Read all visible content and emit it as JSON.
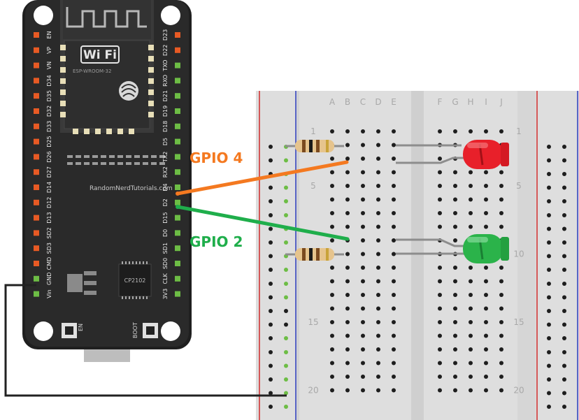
{
  "board": {
    "brand_text": "RandomNerdTutorials.com",
    "module_model": "ESP-WROOM-32",
    "wifi_logo": "Wi Fi",
    "usb_chip": "CP2102",
    "button_en": "EN",
    "button_boot": "BOOT",
    "left_pins": [
      "EN",
      "VP",
      "VN",
      "D34",
      "D35",
      "D32",
      "D33",
      "D25",
      "D26",
      "D27",
      "D14",
      "D12",
      "D13",
      "SD2",
      "SD3",
      "CMD",
      "GND",
      "Vin"
    ],
    "right_pins": [
      "D23",
      "D22",
      "TXO",
      "RXO",
      "D21",
      "D19",
      "D18",
      "D5",
      "TX2",
      "RX2",
      "D4",
      "D2",
      "D15",
      "D0",
      "SD1",
      "SD0",
      "CLK",
      "3V3"
    ]
  },
  "breadboard": {
    "column_letters_left": [
      "A",
      "B",
      "C",
      "D",
      "E"
    ],
    "column_letters_right": [
      "F",
      "G",
      "H",
      "I",
      "J"
    ],
    "row_numbers": [
      "1",
      "5",
      "10",
      "15",
      "20"
    ]
  },
  "wires": [
    {
      "label": "GPIO 4",
      "color": "#f47920"
    },
    {
      "label": "GPIO 2",
      "color": "#1fae4b"
    }
  ],
  "leds": [
    {
      "name": "red-led",
      "color": "#e8202a"
    },
    {
      "name": "green-led",
      "color": "#2bb34a"
    }
  ],
  "colors": {
    "board": "#222222",
    "pcb_edge": "#111111",
    "pin_orange": "#e85a24",
    "pin_green": "#6dbd45",
    "breadboard": "#dedede",
    "rail_red": "#d12b2b",
    "rail_blue": "#2b3bbd",
    "gnd_wire": "#222222"
  }
}
